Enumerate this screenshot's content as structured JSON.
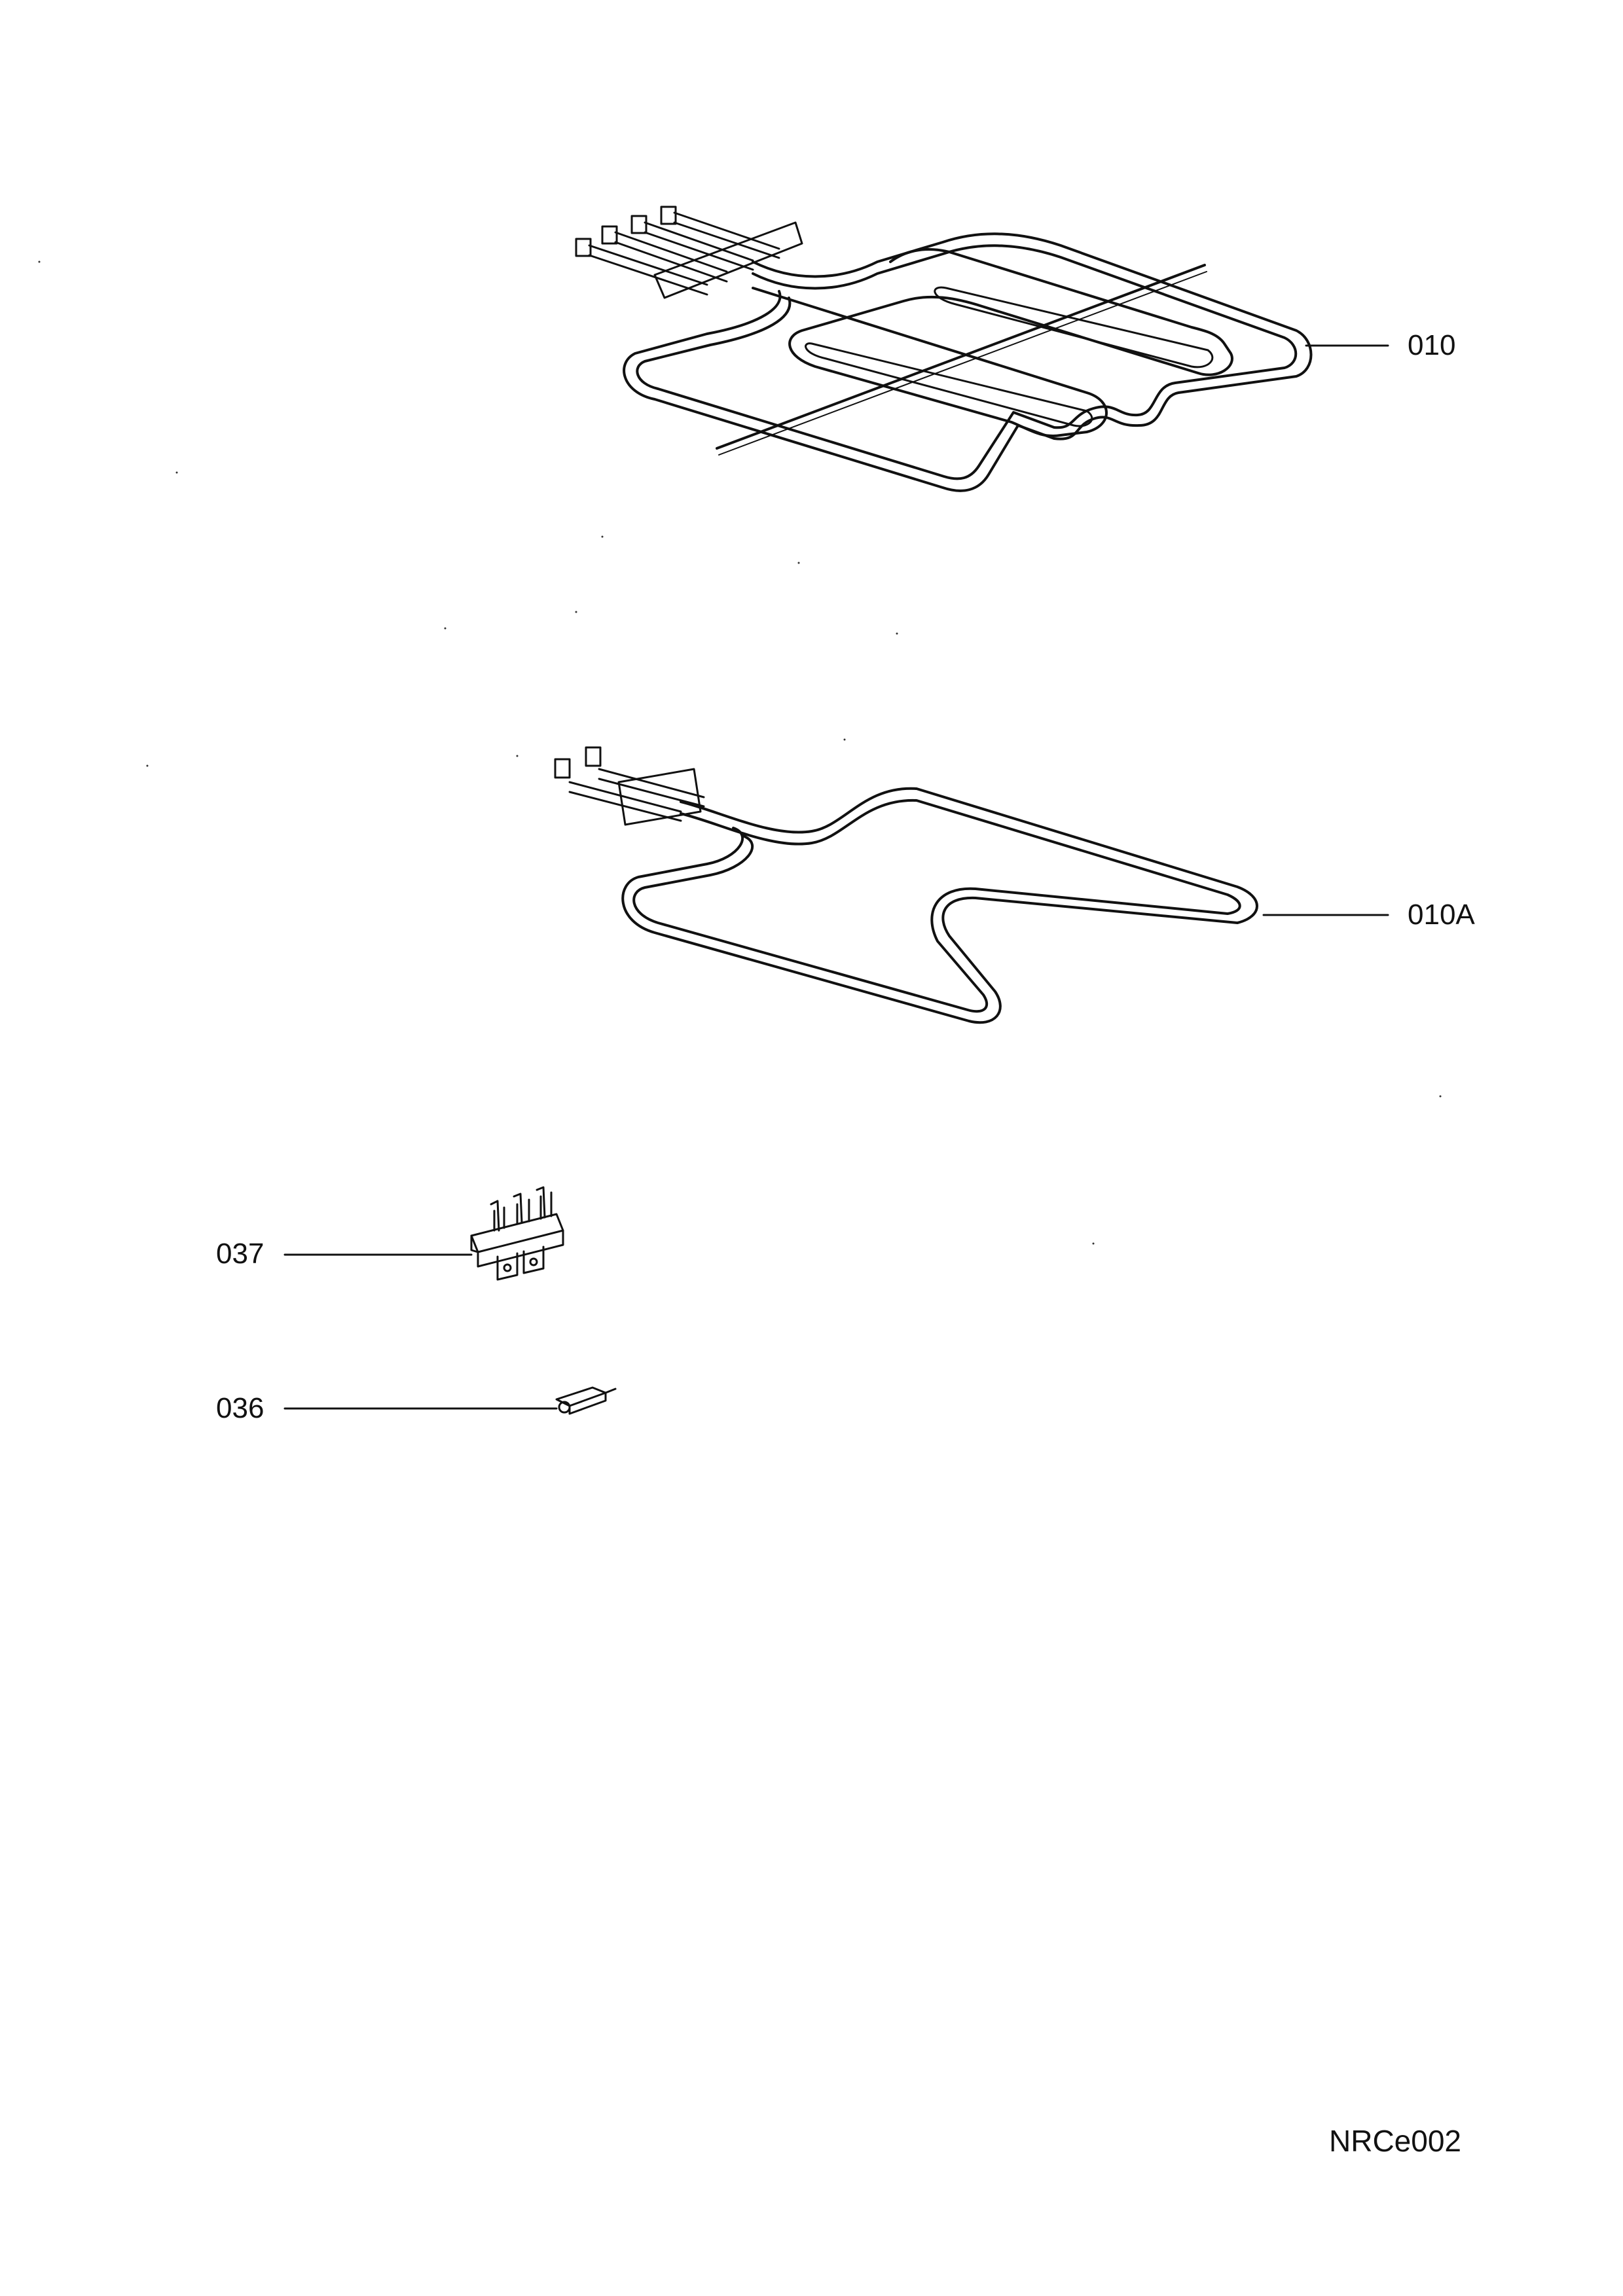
{
  "parts": [
    {
      "id": "grill-element",
      "callout": "010"
    },
    {
      "id": "bottom-element",
      "callout": "010A"
    },
    {
      "id": "terminal-block",
      "callout": "037"
    },
    {
      "id": "thermal-cutout",
      "callout": "036"
    }
  ],
  "drawing_code": "NRCe002",
  "colors": {
    "ink": "#111111",
    "background": "#ffffff"
  }
}
